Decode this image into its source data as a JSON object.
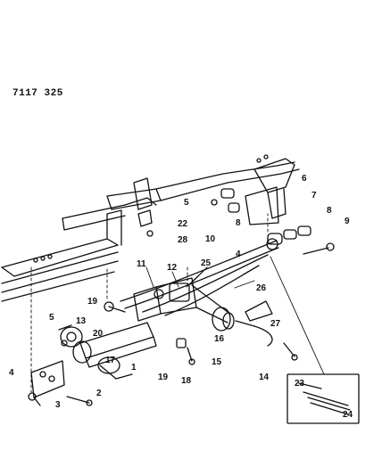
{
  "figure": {
    "number": "7117 325"
  },
  "callouts": [
    "1",
    "2",
    "3",
    "4",
    "4",
    "5",
    "5",
    "6",
    "7",
    "8",
    "8",
    "9",
    "10",
    "11",
    "12",
    "13",
    "14",
    "15",
    "16",
    "17",
    "18",
    "19",
    "19",
    "20",
    "22",
    "23",
    "24",
    "25",
    "26",
    "27",
    "28"
  ],
  "inset": {
    "labels": [
      "23",
      "24"
    ]
  }
}
